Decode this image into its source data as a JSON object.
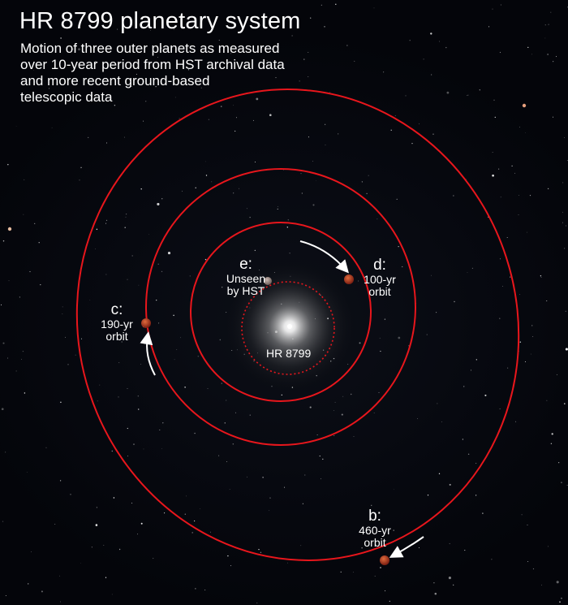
{
  "title": "HR 8799 planetary system",
  "subtitle_lines": [
    "Motion of three outer planets as measured",
    "over 10-year period from HST archival data",
    "and more recent ground-based",
    "telescopic data"
  ],
  "star": {
    "name": "HR 8799"
  },
  "planets": {
    "e": {
      "letter": "e:",
      "line1": "Unseen",
      "line2": "by HST"
    },
    "d": {
      "letter": "d:",
      "line1": "100-yr",
      "line2": "orbit"
    },
    "c": {
      "letter": "c:",
      "line1": "190-yr",
      "line2": "orbit"
    },
    "b": {
      "letter": "b:",
      "line1": "460-yr",
      "line2": "orbit"
    }
  },
  "colors": {
    "orbit": "#e8161c",
    "planet": "#b83a22",
    "planet_e": "#9c8a86",
    "arrow": "#ffffff",
    "star_glow": "#ffffff"
  }
}
